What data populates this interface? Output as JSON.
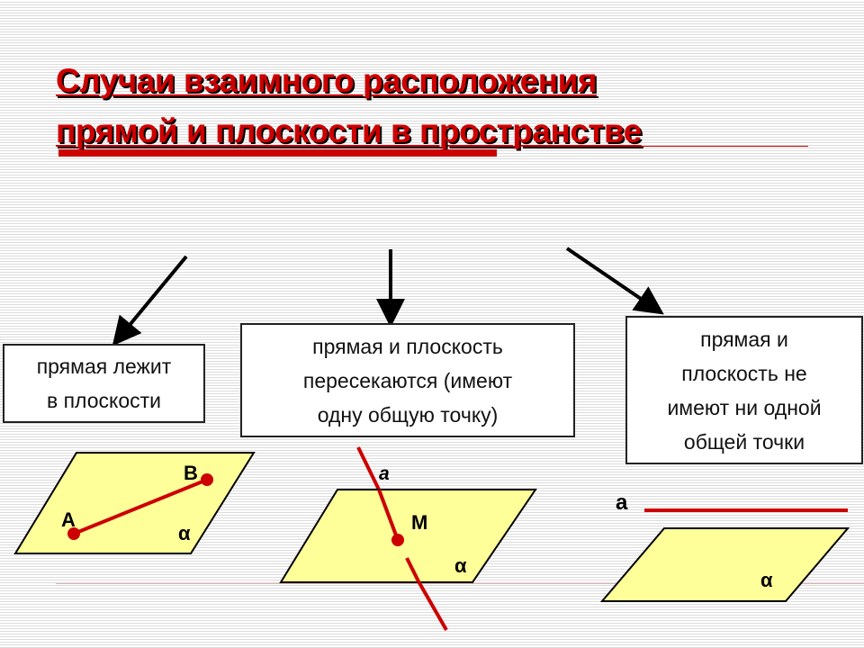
{
  "title": {
    "line1": "Случаи взаимного расположения",
    "line2": "прямой и плоскости в пространстве"
  },
  "cases": {
    "lies": {
      "line1": "прямая лежит",
      "line2": "в плоскости",
      "point_a": "А",
      "point_b": "В",
      "plane": "α"
    },
    "intersect": {
      "line1": "прямая и плоскость",
      "line2": "пересекаются (имеют",
      "line3": "одну общую точку)",
      "line_label": "a",
      "point_m": "М",
      "plane": "α"
    },
    "parallel": {
      "line1": "прямая и",
      "line2": "плоскость не",
      "line3": "имеют ни одной",
      "line4": "общей точки",
      "line_label": "a",
      "plane": "α"
    }
  },
  "colors": {
    "title": "#cc0000",
    "plane_fill": "#ffff99",
    "line_red": "#cc0000",
    "arrow": "#000000"
  }
}
